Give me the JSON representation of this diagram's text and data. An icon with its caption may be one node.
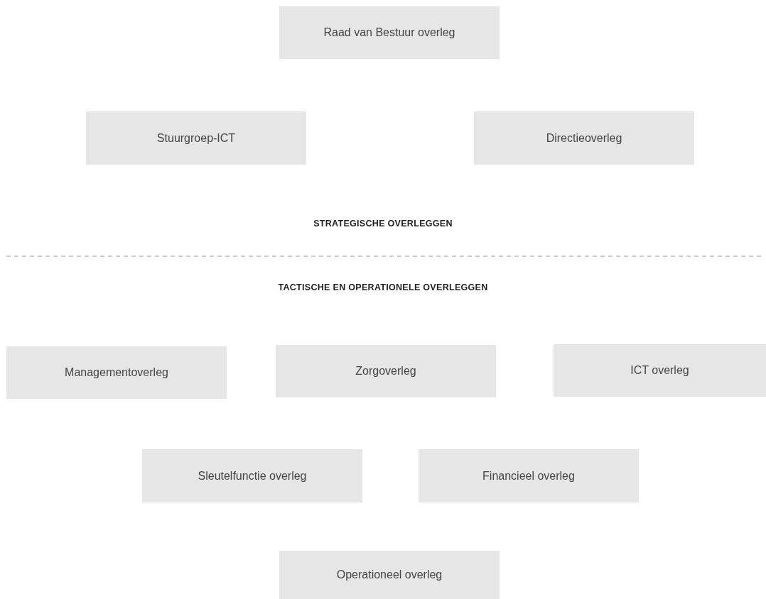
{
  "diagram": {
    "nodes": [
      {
        "text": [
          "Raad van Bestuur overleg"
        ]
      },
      {
        "text": [
          "Stuurgroep-ICT"
        ]
      },
      {
        "text": [
          "Directieoverleg"
        ]
      },
      {
        "text": [
          "Managementoverleg"
        ]
      },
      {
        "text": [
          "Zorgoverleg"
        ]
      },
      {
        "text": [
          "ICT overleg"
        ]
      },
      {
        "text": [
          "Sleutelfunctie overleg"
        ]
      },
      {
        "text": [
          "Financieel overleg"
        ]
      },
      {
        "text": [
          "Operationeel overleg"
        ]
      }
    ],
    "labels": [
      "STRATEGISCHE OVERLEGGEN",
      "TACTISCHE EN OPERATIONELE OVERLEGGEN"
    ]
  }
}
